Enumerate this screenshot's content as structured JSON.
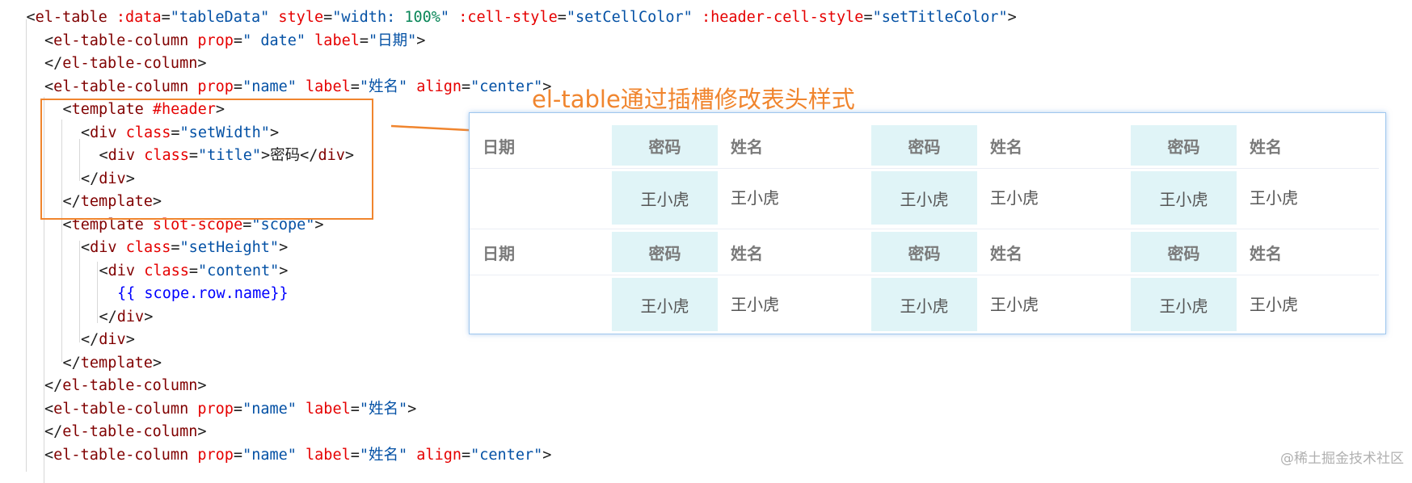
{
  "code_lines": [
    {
      "tokens": [
        [
          "plain",
          "<"
        ],
        [
          "tag",
          "el-table"
        ],
        [
          "plain",
          " "
        ],
        [
          "attr",
          ":data"
        ],
        [
          "plain",
          "="
        ],
        [
          "str",
          "\"tableData\""
        ],
        [
          "plain",
          " "
        ],
        [
          "attr",
          "style"
        ],
        [
          "plain",
          "="
        ],
        [
          "str",
          "\"width: "
        ],
        [
          "val100",
          "100%"
        ],
        [
          "str",
          "\""
        ],
        [
          "plain",
          " "
        ],
        [
          "attr",
          ":cell-style"
        ],
        [
          "plain",
          "="
        ],
        [
          "str",
          "\"setCellColor\""
        ],
        [
          "plain",
          " "
        ],
        [
          "attr",
          ":header-cell-style"
        ],
        [
          "plain",
          "="
        ],
        [
          "str",
          "\"setTitleColor\""
        ],
        [
          "plain",
          ">"
        ]
      ]
    },
    {
      "tokens": [
        [
          "plain",
          "<"
        ],
        [
          "tag",
          "el-table-column"
        ],
        [
          "plain",
          " "
        ],
        [
          "attr",
          "prop"
        ],
        [
          "plain",
          "="
        ],
        [
          "str",
          "\" date\""
        ],
        [
          "plain",
          " "
        ],
        [
          "attr",
          "label"
        ],
        [
          "plain",
          "="
        ],
        [
          "str",
          "\"日期\""
        ],
        [
          "plain",
          ">"
        ]
      ]
    },
    {
      "tokens": [
        [
          "plain",
          "</"
        ],
        [
          "tag",
          "el-table-column"
        ],
        [
          "plain",
          ">"
        ]
      ]
    },
    {
      "tokens": [
        [
          "plain",
          "<"
        ],
        [
          "tag",
          "el-table-column"
        ],
        [
          "plain",
          " "
        ],
        [
          "attr",
          "prop"
        ],
        [
          "plain",
          "="
        ],
        [
          "str",
          "\"name\""
        ],
        [
          "plain",
          " "
        ],
        [
          "attr",
          "label"
        ],
        [
          "plain",
          "="
        ],
        [
          "str",
          "\"姓名\""
        ],
        [
          "plain",
          " "
        ],
        [
          "attr",
          "align"
        ],
        [
          "plain",
          "="
        ],
        [
          "str",
          "\"center\""
        ],
        [
          "plain",
          ">"
        ]
      ]
    },
    {
      "tokens": [
        [
          "plain",
          "<"
        ],
        [
          "tag",
          "template"
        ],
        [
          "plain",
          " "
        ],
        [
          "attr",
          "#header"
        ],
        [
          "plain",
          ">"
        ]
      ]
    },
    {
      "tokens": [
        [
          "plain",
          "<"
        ],
        [
          "tag",
          "div"
        ],
        [
          "plain",
          " "
        ],
        [
          "attr",
          "class"
        ],
        [
          "plain",
          "="
        ],
        [
          "str",
          "\"setWidth\""
        ],
        [
          "plain",
          ">"
        ]
      ]
    },
    {
      "tokens": [
        [
          "plain",
          "<"
        ],
        [
          "tag",
          "div"
        ],
        [
          "plain",
          " "
        ],
        [
          "attr",
          "class"
        ],
        [
          "plain",
          "="
        ],
        [
          "str",
          "\"title\""
        ],
        [
          "plain",
          ">密码</"
        ],
        [
          "tag",
          "div"
        ],
        [
          "plain",
          ">"
        ]
      ]
    },
    {
      "tokens": [
        [
          "plain",
          "</"
        ],
        [
          "tag",
          "div"
        ],
        [
          "plain",
          ">"
        ]
      ]
    },
    {
      "tokens": [
        [
          "plain",
          "</"
        ],
        [
          "tag",
          "template"
        ],
        [
          "plain",
          ">"
        ]
      ]
    },
    {
      "tokens": [
        [
          "plain",
          "<"
        ],
        [
          "tag",
          "template"
        ],
        [
          "plain",
          " "
        ],
        [
          "attr",
          "slot-scope"
        ],
        [
          "plain",
          "="
        ],
        [
          "str",
          "\"scope\""
        ],
        [
          "plain",
          ">"
        ]
      ]
    },
    {
      "tokens": [
        [
          "plain",
          "<"
        ],
        [
          "tag",
          "div"
        ],
        [
          "plain",
          " "
        ],
        [
          "attr",
          "class"
        ],
        [
          "plain",
          "="
        ],
        [
          "str",
          "\"setHeight\""
        ],
        [
          "plain",
          ">"
        ]
      ]
    },
    {
      "tokens": [
        [
          "plain",
          "<"
        ],
        [
          "tag",
          "div"
        ],
        [
          "plain",
          " "
        ],
        [
          "attr",
          "class"
        ],
        [
          "plain",
          "="
        ],
        [
          "str",
          "\"content\""
        ],
        [
          "plain",
          ">"
        ]
      ]
    },
    {
      "tokens": [
        [
          "mus",
          "{{ scope.row.name}}"
        ]
      ]
    },
    {
      "tokens": [
        [
          "plain",
          "</"
        ],
        [
          "tag",
          "div"
        ],
        [
          "plain",
          ">"
        ]
      ]
    },
    {
      "tokens": [
        [
          "plain",
          "</"
        ],
        [
          "tag",
          "div"
        ],
        [
          "plain",
          ">"
        ]
      ]
    },
    {
      "tokens": [
        [
          "plain",
          "</"
        ],
        [
          "tag",
          "template"
        ],
        [
          "plain",
          ">"
        ]
      ]
    },
    {
      "tokens": [
        [
          "plain",
          "</"
        ],
        [
          "tag",
          "el-table-column"
        ],
        [
          "plain",
          ">"
        ]
      ]
    },
    {
      "tokens": [
        [
          "plain",
          "<"
        ],
        [
          "tag",
          "el-table-column"
        ],
        [
          "plain",
          " "
        ],
        [
          "attr",
          "prop"
        ],
        [
          "plain",
          "="
        ],
        [
          "str",
          "\"name\""
        ],
        [
          "plain",
          " "
        ],
        [
          "attr",
          "label"
        ],
        [
          "plain",
          "="
        ],
        [
          "str",
          "\"姓名\""
        ],
        [
          "plain",
          ">"
        ]
      ]
    },
    {
      "tokens": [
        [
          "plain",
          "</"
        ],
        [
          "tag",
          "el-table-column"
        ],
        [
          "plain",
          ">"
        ]
      ]
    },
    {
      "tokens": [
        [
          "plain",
          "<"
        ],
        [
          "tag",
          "el-table-column"
        ],
        [
          "plain",
          " "
        ],
        [
          "attr",
          "prop"
        ],
        [
          "plain",
          "="
        ],
        [
          "str",
          "\"name\""
        ],
        [
          "plain",
          " "
        ],
        [
          "attr",
          "label"
        ],
        [
          "plain",
          "="
        ],
        [
          "str",
          "\"姓名\""
        ],
        [
          "plain",
          " "
        ],
        [
          "attr",
          "align"
        ],
        [
          "plain",
          "="
        ],
        [
          "str",
          "\"center\""
        ],
        [
          "plain",
          ">"
        ]
      ]
    }
  ],
  "annotation": {
    "title": "el-table通过插槽修改表头样式"
  },
  "preview_table": {
    "header_date": "日期",
    "header_pwd": "密码",
    "header_name": "姓名",
    "cell_value": "王小虎",
    "highlight_color": "#e0f4f7"
  },
  "watermark": "@稀土掘金技术社区",
  "colors": {
    "annotation": "#f0852e",
    "tag": "#800000",
    "attr": "#e50000",
    "string": "#0451a5"
  }
}
